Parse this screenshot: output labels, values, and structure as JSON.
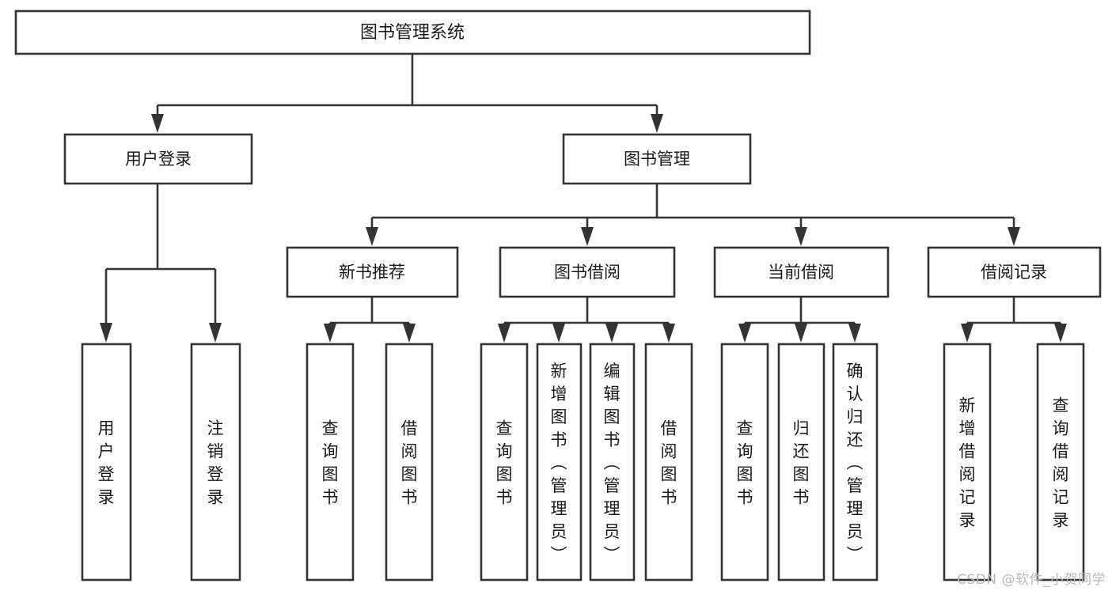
{
  "diagram": {
    "type": "tree-hierarchy",
    "title": "图书管理系统",
    "watermark": "CSDN @软件_小贺同学",
    "nodes": {
      "root": {
        "label": "图书管理系统"
      },
      "level2": [
        {
          "label": "用户登录"
        },
        {
          "label": "图书管理"
        }
      ],
      "level3": [
        {
          "label": "新书推荐"
        },
        {
          "label": "图书借阅"
        },
        {
          "label": "当前借阅"
        },
        {
          "label": "借阅记录"
        }
      ],
      "leaves": {
        "user_login": [
          {
            "label": "用户登录"
          },
          {
            "label": "注销登录"
          }
        ],
        "new_book_recommend": [
          {
            "label": "查询图书"
          },
          {
            "label": "借阅图书"
          }
        ],
        "book_borrow": [
          {
            "label": "查询图书"
          },
          {
            "label": "新增图书（管理员）"
          },
          {
            "label": "编辑图书（管理员）"
          },
          {
            "label": "借阅图书"
          }
        ],
        "current_borrow": [
          {
            "label": "查询图书"
          },
          {
            "label": "归还图书"
          },
          {
            "label": "确认归还（管理员）"
          }
        ],
        "borrow_record": [
          {
            "label": "新增借阅记录"
          },
          {
            "label": "查询借阅记录"
          }
        ]
      }
    },
    "colors": {
      "stroke": "#333333",
      "fill": "#ffffff",
      "text": "#1a1a1a",
      "watermark": "#b9b9b9"
    }
  }
}
